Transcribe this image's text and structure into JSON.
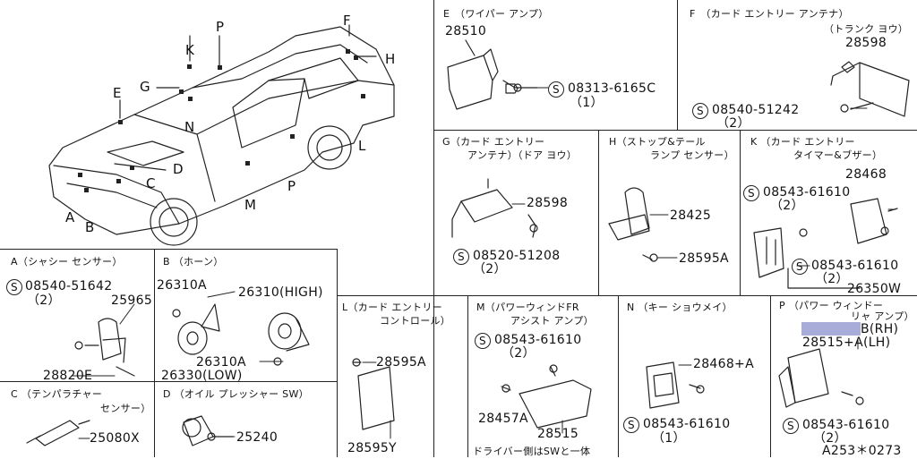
{
  "car": {
    "labels": {
      "P_roof": "P",
      "K": "K",
      "F": "F",
      "H": "H",
      "E": "E",
      "G": "G",
      "N": "N",
      "D": "D",
      "C": "C",
      "L": "L",
      "A": "A",
      "B": "B",
      "M": "M",
      "P_door": "P"
    }
  },
  "panels": {
    "A": {
      "title": "A（シャシー センサー）",
      "screw": "08540-51642",
      "qty": "（2）",
      "p1": "25965",
      "p2": "28820E"
    },
    "B": {
      "title": "B （ホーン）",
      "p1": "26310A",
      "p2": "26310(HIGH)",
      "p3": "26310A",
      "p4": "26330(LOW)"
    },
    "C": {
      "title": "C （テンパラチャー",
      "title2": "センサー）",
      "p1": "25080X"
    },
    "D": {
      "title": "D （オイル プレッシャー SW）",
      "p1": "25240"
    },
    "E": {
      "title": "E　（ワイパー アンプ）",
      "p1": "28510",
      "screw": "08313-6165C",
      "qty": "（1）"
    },
    "F": {
      "title": "F　（カード エントリー アンテナ）",
      "title2": "（トランク ヨウ）",
      "p1": "28598",
      "screw": "08540-51242",
      "qty": "（2）"
    },
    "G": {
      "title": "G（カード エントリー",
      "title2": "アンテナ）（ドア ヨウ）",
      "p1": "28598",
      "screw": "08520-51208",
      "qty": "（2）"
    },
    "H": {
      "title": "H（ストップ&テール",
      "title2": "ランプ センサー）",
      "p1": "28425",
      "p2": "28595A"
    },
    "K": {
      "title": "K （カード エントリー",
      "title2": "タイマー&ブザー）",
      "p1": "28468",
      "screw1": "08543-61610",
      "qty1": "（2）",
      "screw2": "08543-61610",
      "qty2": "（2）",
      "p2": "26350W"
    },
    "L": {
      "title": "L（カード エントリー",
      "title2": "コントロール）",
      "p1": "28595A",
      "p2": "28595Y"
    },
    "M": {
      "title": "M（パワーウィンドFR",
      "title2": "アシスト アンプ）",
      "screw": "08543-61610",
      "qty": "（2）",
      "p1": "28457A",
      "p2": "28515",
      "note": "ドライバー側はSWと一体"
    },
    "N": {
      "title": "N （キー ショウメイ）",
      "p1": "28468+A",
      "screw": "08543-61610",
      "qty": "（1）"
    },
    "P": {
      "title": "P （パワー ウィンドー",
      "title2": "リャ アンプ）",
      "p1": "B(RH)",
      "p2": "28515+A(LH)",
      "screw": "08543-61610",
      "qty": "（2）",
      "code": "A253＊0273"
    }
  },
  "screw_symbol": "S",
  "highlight_color": "#a7acd8"
}
